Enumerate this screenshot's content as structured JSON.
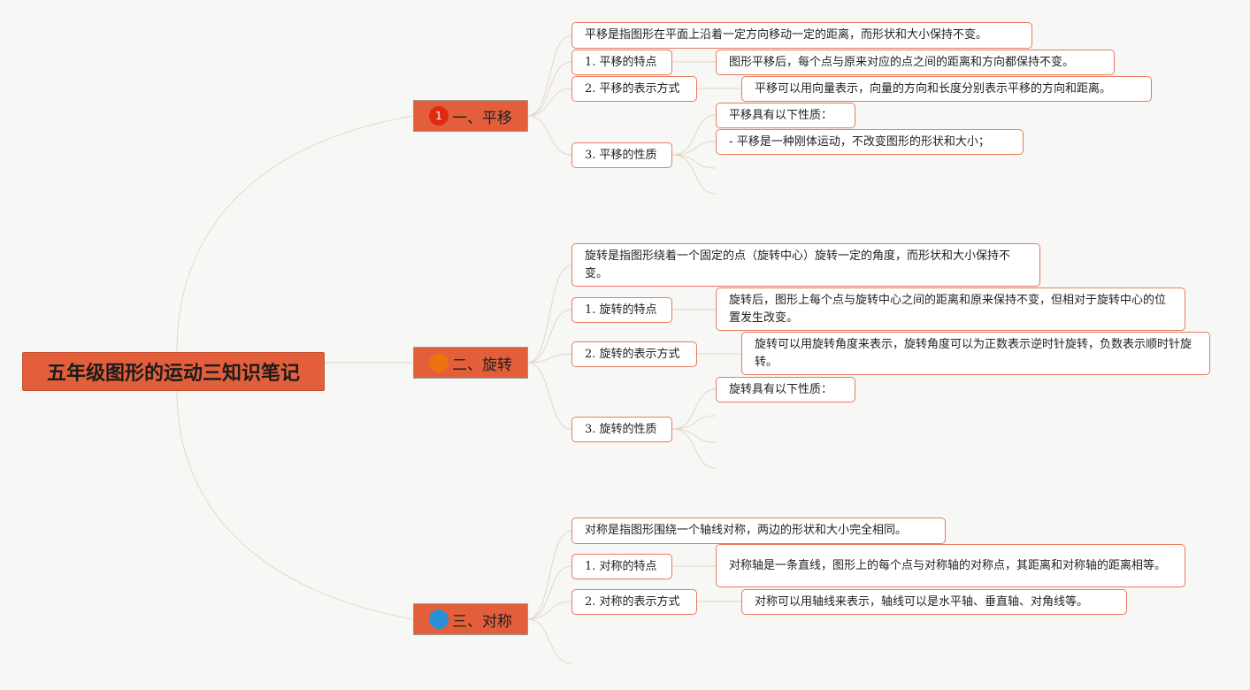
{
  "root": {
    "title": "五年级图形的运动三知识笔记"
  },
  "colors": {
    "accent": "#e35f3b",
    "node_border": "#e87a5c",
    "line": "#e6d6c4",
    "badge1": "#e12b10",
    "badge2": "#ef7210",
    "badge3": "#2b8fd8"
  },
  "branches": [
    {
      "label": "一、平移",
      "badge": "1",
      "definition": "平移是指图形在平面上沿着一定方向移动一定的距离，而形状和大小保持不变。",
      "feature": {
        "label": "1. 平移的特点",
        "detail": "图形平移后，每个点与原来对应的点之间的距离和方向都保持不变。"
      },
      "representation": {
        "label": "2. 平移的表示方式",
        "detail": "平移可以用向量表示，向量的方向和长度分别表示平移的方向和距离。"
      },
      "property": {
        "label": "3. 平移的性质",
        "details": [
          "平移具有以下性质：",
          "- 平移是一种刚体运动，不改变图形的形状和大小；"
        ]
      }
    },
    {
      "label": "二、旋转",
      "badge": "",
      "definition": "旋转是指图形绕着一个固定的点（旋转中心）旋转一定的角度，而形状和大小保持不变。",
      "feature": {
        "label": "1. 旋转的特点",
        "detail": "旋转后，图形上每个点与旋转中心之间的距离和原来保持不变，但相对于旋转中心的位置发生改变。"
      },
      "representation": {
        "label": "2. 旋转的表示方式",
        "detail": "旋转可以用旋转角度来表示，旋转角度可以为正数表示逆时针旋转，负数表示顺时针旋转。"
      },
      "property": {
        "label": "3. 旋转的性质",
        "details": [
          "旋转具有以下性质："
        ]
      }
    },
    {
      "label": "三、对称",
      "badge": "",
      "definition": "对称是指图形围绕一个轴线对称，两边的形状和大小完全相同。",
      "feature": {
        "label": "1. 对称的特点",
        "detail": "对称轴是一条直线，图形上的每个点与对称轴的对称点，其距离和对称轴的距离相等。"
      },
      "representation": {
        "label": "2. 对称的表示方式",
        "detail": "对称可以用轴线来表示，轴线可以是水平轴、垂直轴、对角线等。"
      }
    }
  ]
}
